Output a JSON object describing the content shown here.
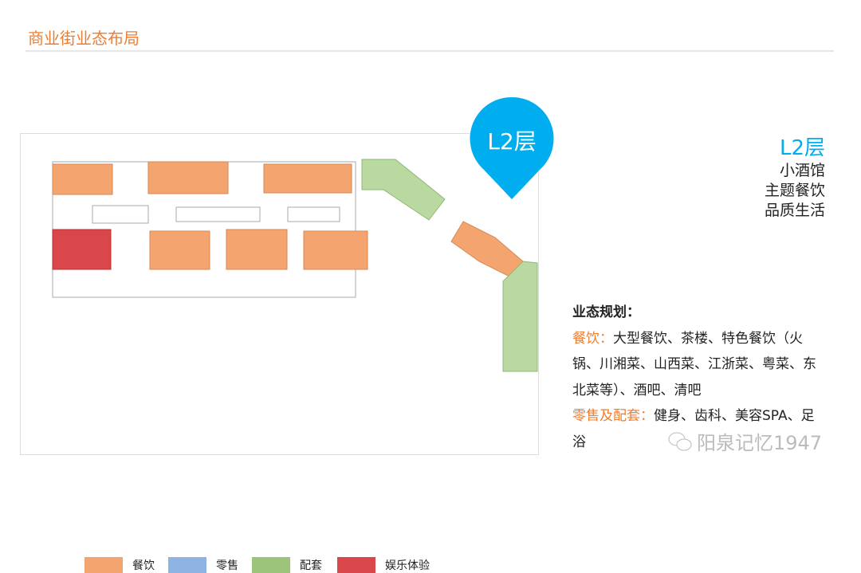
{
  "header": {
    "title": "商业街业态布局"
  },
  "pin": {
    "label": "L2层",
    "color": "#00AEEF"
  },
  "side": {
    "floor": "L2层",
    "lines": [
      "小酒馆",
      "主题餐饮",
      "品质生活"
    ]
  },
  "plan_desc": {
    "heading": "业态规划：",
    "dining_label": "餐饮：",
    "dining_text": "大型餐饮、茶楼、特色餐饮（火锅、川湘菜、山西菜、江浙菜、粤菜、东北菜等）、酒吧、清吧",
    "retail_label": "零售及配套：",
    "retail_text": "健身、齿科、美容SPA、足浴"
  },
  "legend": [
    {
      "label": "餐饮",
      "color": "#F4A46E"
    },
    {
      "label": "零售",
      "color": "#8DB4E2"
    },
    {
      "label": "配套",
      "color": "#9BC47A"
    },
    {
      "label": "娱乐体验",
      "color": "#D9474A"
    }
  ],
  "watermark": "阳泉记忆1947"
}
